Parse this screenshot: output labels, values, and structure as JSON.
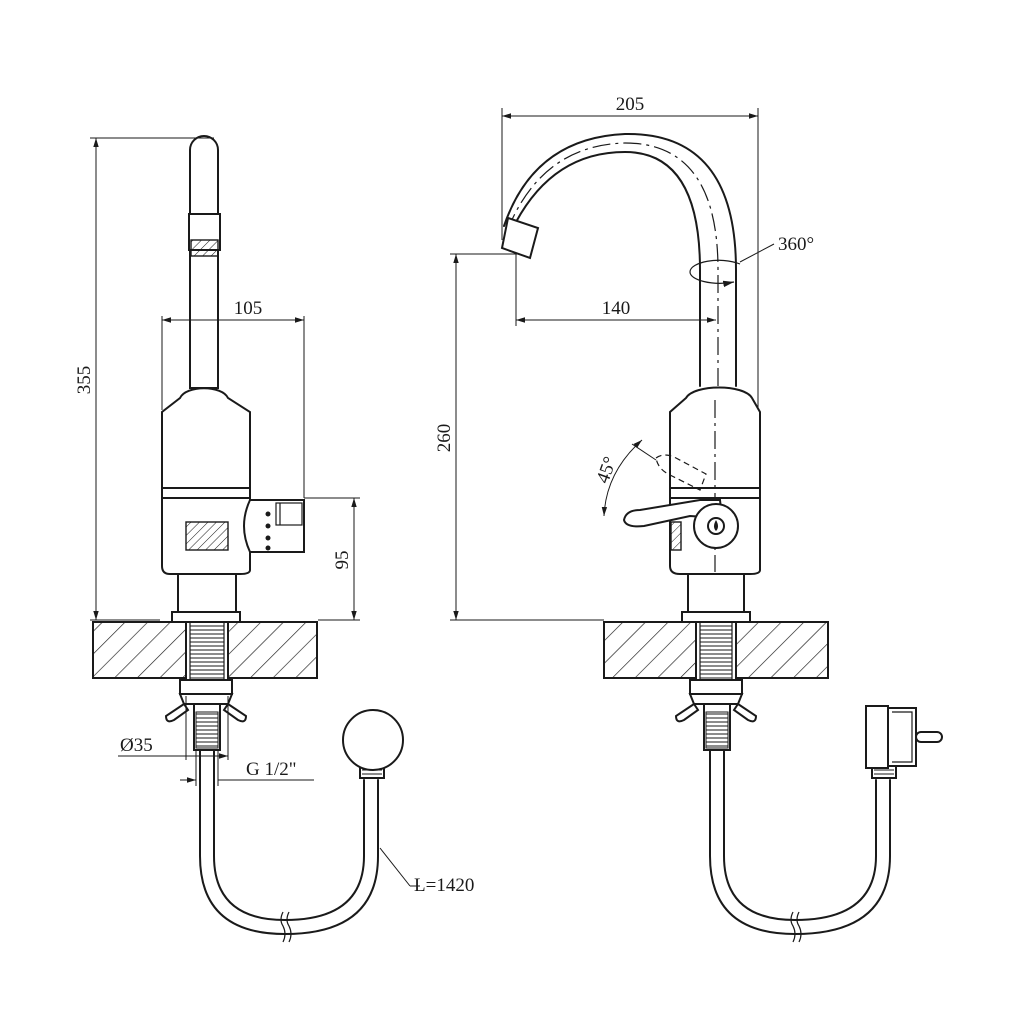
{
  "dimensions": {
    "overall_height": "355",
    "body_width": "105",
    "connector_height": "95",
    "diameter": "Ø35",
    "thread": "G 1/2\"",
    "cord_length": "L=1420",
    "spout_reach": "205",
    "spout_offset": "140",
    "spout_height": "260",
    "swivel_angle": "360°",
    "lever_angle": "45°"
  },
  "colors": {
    "line": "#1a1a1a",
    "background": "#ffffff"
  },
  "icons": [
    "hatch-pattern",
    "rotation-arrow",
    "water-drop-icon",
    "plug-icon"
  ]
}
